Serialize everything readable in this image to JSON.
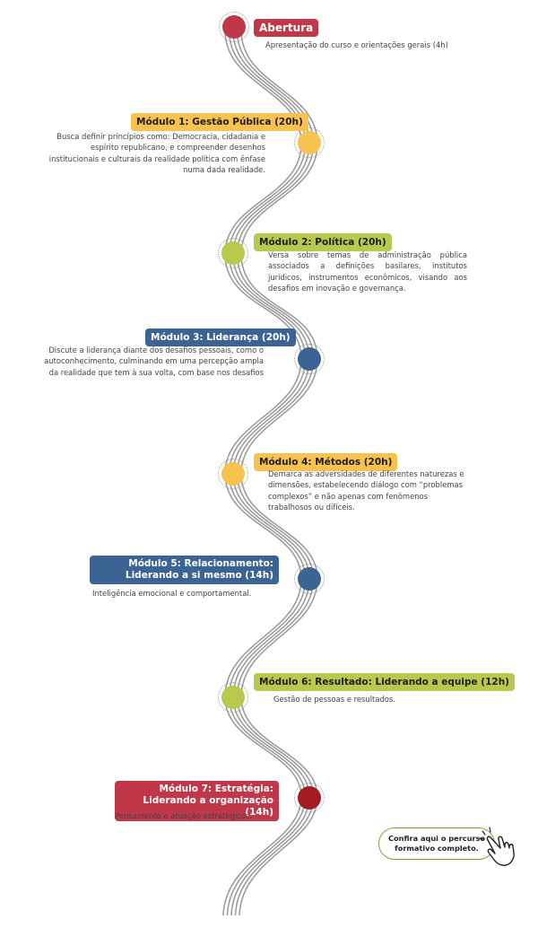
{
  "items": [
    {
      "title": "Abertura",
      "description": "Apresentação do curso e orientações gerais (4h)",
      "color": "#c0374a"
    },
    {
      "title": "Módulo 1: Gestão Pública (20h)",
      "description": "Busca definir princípios como: Democracia, cidadania e espírito republicano, e compreender desenhos institucionais e culturais da realidade política com ênfase numa dada realidade.",
      "color": "#f7c24d"
    },
    {
      "title": "Módulo 2: Política (20h)",
      "description": "Versa sobre temas de administração pública associados a definições basilares, institutos jurídicos, instrumentos econômicos, visando aos desafios em inovação e governança.",
      "color": "#b9c94d"
    },
    {
      "title": "Módulo 3: Liderança (20h)",
      "description": "Discute a liderança diante dos desafios pessoais, como o autoconhecimento, culminando em uma percepção ampla da realidade que tem à sua volta, com base nos desafios",
      "color": "#3b6494"
    },
    {
      "title": "Módulo 4: Métodos (20h)",
      "description": "Demarca as adversidades de diferentes naturezas e dimensões, estabelecendo diálogo com “problemas complexos” e não apenas com fenômenos trabalhosos ou difíceis.",
      "color": "#f7c24d"
    },
    {
      "title": "Módulo 5: Relacionamento: Liderando a si mesmo (14h)",
      "description": "Inteligência emocional e comportamental.",
      "color": "#3b6494"
    },
    {
      "title": "Módulo 6: Resultado: Liderando a equipe (12h)",
      "description": "Gestão de pessoas e resultados.",
      "color": "#b9c94d"
    },
    {
      "title": "Módulo 7: Estratégia: Liderando a organização (14h)",
      "description": "Pensamento e atuação estratégicos.",
      "color": "#a31a22"
    }
  ],
  "cta": {
    "label": "Confira aqui o percurso formativo completo."
  }
}
